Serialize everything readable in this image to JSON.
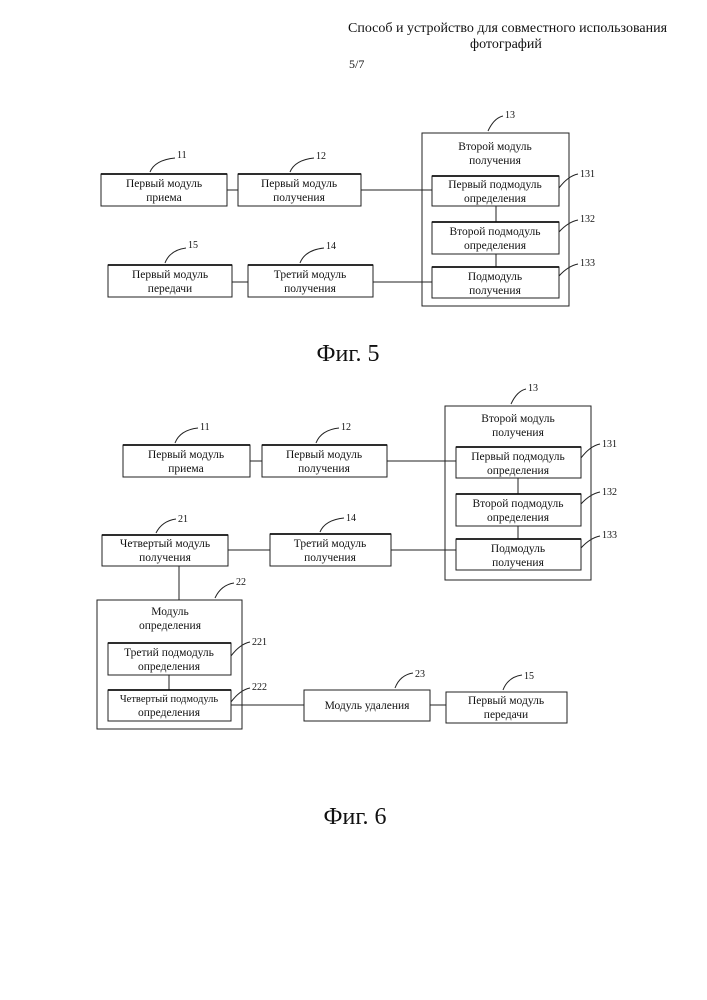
{
  "header": {
    "title_line1": "Способ и устройство для совместного использования",
    "title_line2": "фотографий",
    "page": "5/7"
  },
  "fig5": {
    "caption": "Фиг. 5",
    "m11": {
      "ref": "11",
      "l1": "Первый модуль",
      "l2": "приема"
    },
    "m12": {
      "ref": "12",
      "l1": "Первый модуль",
      "l2": "получения"
    },
    "m13": {
      "ref": "13",
      "l1": "Второй модуль",
      "l2": "получения"
    },
    "m131": {
      "ref": "131",
      "l1": "Первый подмодуль",
      "l2": "определения"
    },
    "m132": {
      "ref": "132",
      "l1": "Второй подмодуль",
      "l2": "определения"
    },
    "m133": {
      "ref": "133",
      "l1": "Подмодуль",
      "l2": "получения"
    },
    "m14": {
      "ref": "14",
      "l1": "Третий модуль",
      "l2": "получения"
    },
    "m15": {
      "ref": "15",
      "l1": "Первый модуль",
      "l2": "передачи"
    }
  },
  "fig6": {
    "caption": "Фиг. 6",
    "m11": {
      "ref": "11",
      "l1": "Первый модуль",
      "l2": "приема"
    },
    "m12": {
      "ref": "12",
      "l1": "Первый модуль",
      "l2": "получения"
    },
    "m13": {
      "ref": "13",
      "l1": "Второй модуль",
      "l2": "получения"
    },
    "m131": {
      "ref": "131",
      "l1": "Первый подмодуль",
      "l2": "определения"
    },
    "m132": {
      "ref": "132",
      "l1": "Второй подмодуль",
      "l2": "определения"
    },
    "m133": {
      "ref": "133",
      "l1": "Подмодуль",
      "l2": "получения"
    },
    "m21": {
      "ref": "21",
      "l1": "Четвертый модуль",
      "l2": "получения"
    },
    "m14": {
      "ref": "14",
      "l1": "Третий модуль",
      "l2": "получения"
    },
    "m22": {
      "ref": "22",
      "l1": "Модуль",
      "l2": "определения"
    },
    "m221": {
      "ref": "221",
      "l1": "Третий подмодуль",
      "l2": "определения"
    },
    "m222": {
      "ref": "222",
      "l1": "Четвертый подмодуль",
      "l2": "определения"
    },
    "m23": {
      "ref": "23",
      "l1": "Модуль удаления"
    },
    "m15": {
      "ref": "15",
      "l1": "Первый модуль",
      "l2": "передачи"
    }
  }
}
